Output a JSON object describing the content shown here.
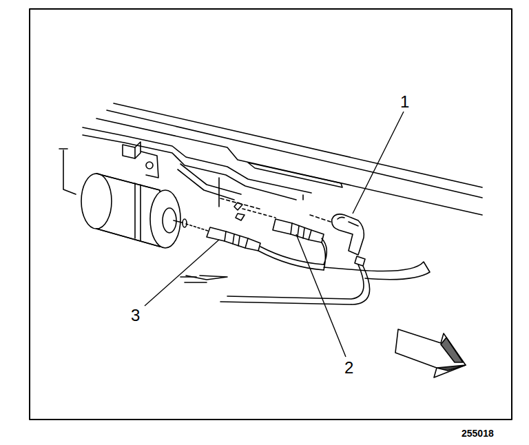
{
  "diagram": {
    "labels": [
      "1",
      "2",
      "3",
      "255018"
    ]
  }
}
